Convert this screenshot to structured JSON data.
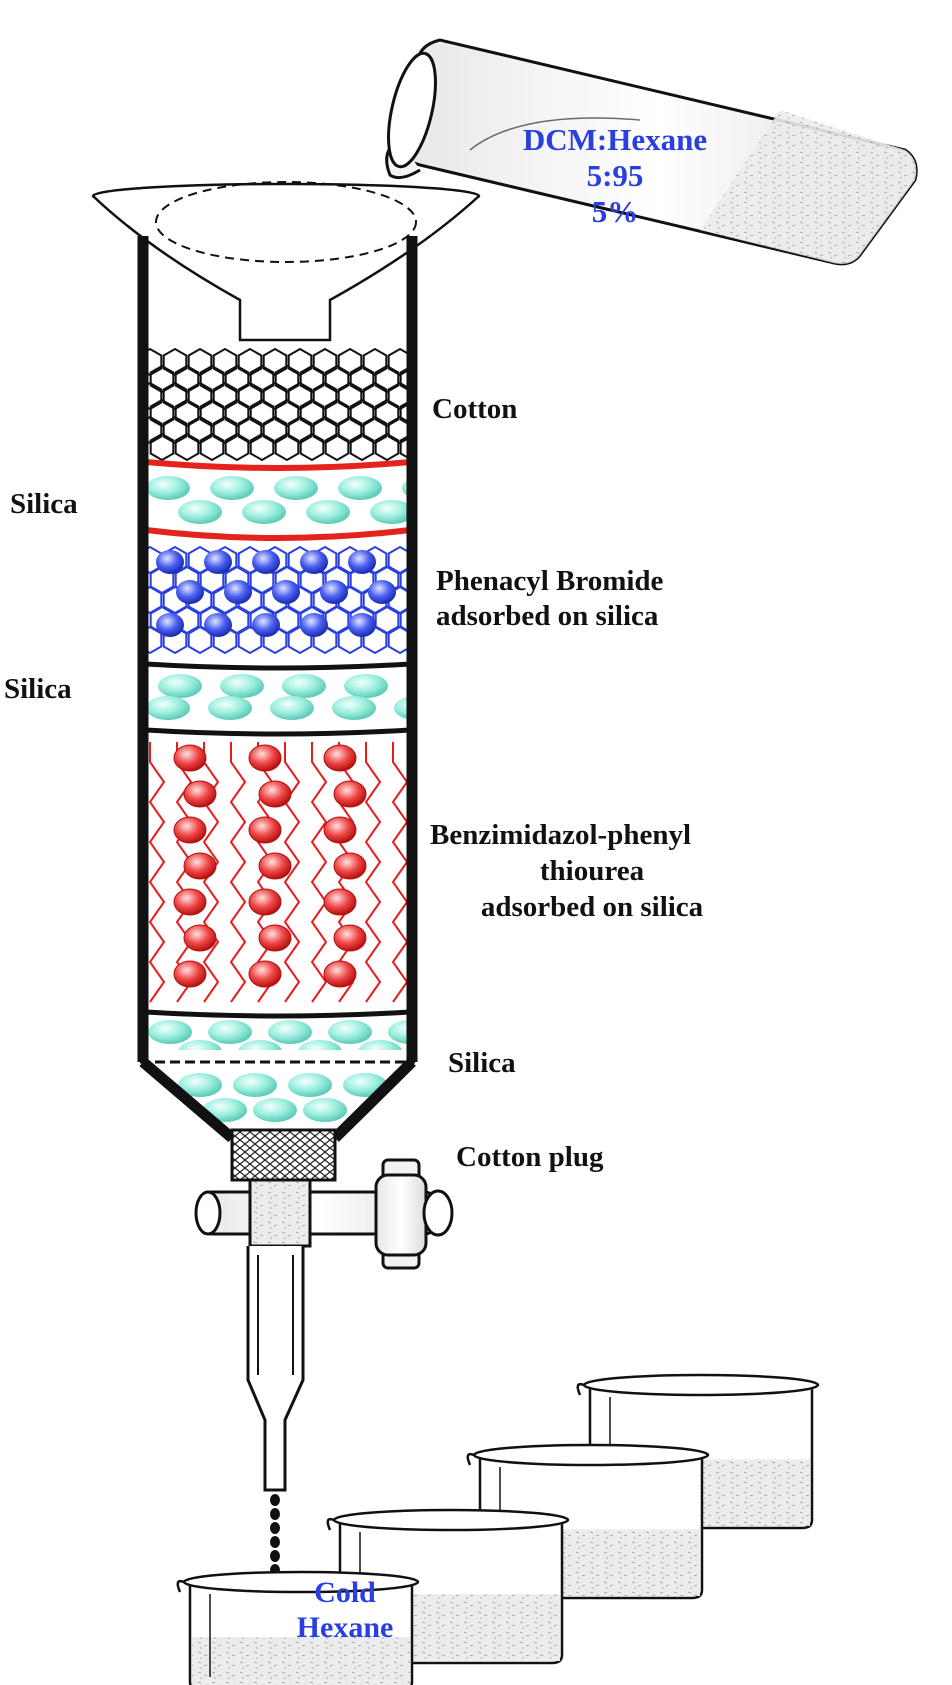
{
  "pour_beaker": {
    "line1": "DCM:Hexane",
    "line2": "5:95",
    "line3": "5%"
  },
  "labels": {
    "cotton": "Cotton",
    "silica_top": "Silica",
    "phenacyl_line1": "Phenacyl Bromide",
    "phenacyl_line2": "adsorbed on silica",
    "silica_mid": "Silica",
    "benz_line1": "Benzimidazol-phenyl",
    "benz_line2": "thiourea",
    "benz_line3": "adsorbed on silica",
    "silica_bottom": "Silica",
    "cotton_plug": "Cotton plug"
  },
  "collection_beaker": {
    "line1": "Cold",
    "line2": "Hexane"
  },
  "colors": {
    "outline": "#111111",
    "silica_bead": "#8fe9d8",
    "blue_layer": "#2a3fe0",
    "red_layer": "#e81c1c",
    "label_blue": "#2a3fe0",
    "band_red": "#e4231d"
  }
}
